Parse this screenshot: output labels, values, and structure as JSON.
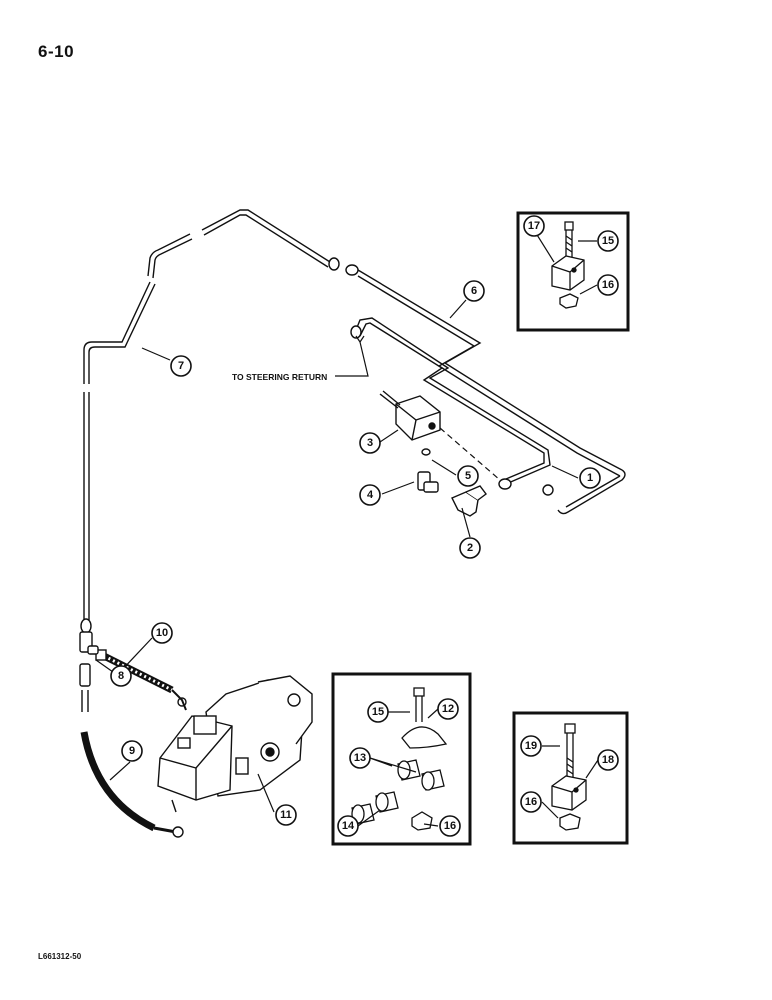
{
  "page_number": "6-10",
  "footer_code": "L661312-50",
  "annotation": "TO STEERING RETURN",
  "callouts": {
    "c1": "1",
    "c2": "2",
    "c3": "3",
    "c4": "4",
    "c5": "5",
    "c6": "6",
    "c7": "7",
    "c8": "8",
    "c9": "9",
    "c10": "10",
    "c11": "11",
    "c12": "12",
    "c13": "13",
    "c14": "14",
    "c15a": "15",
    "c16a": "16",
    "c17": "17",
    "c15b": "15",
    "c16b": "16",
    "c18": "18",
    "c19": "19",
    "c16c": "16"
  }
}
